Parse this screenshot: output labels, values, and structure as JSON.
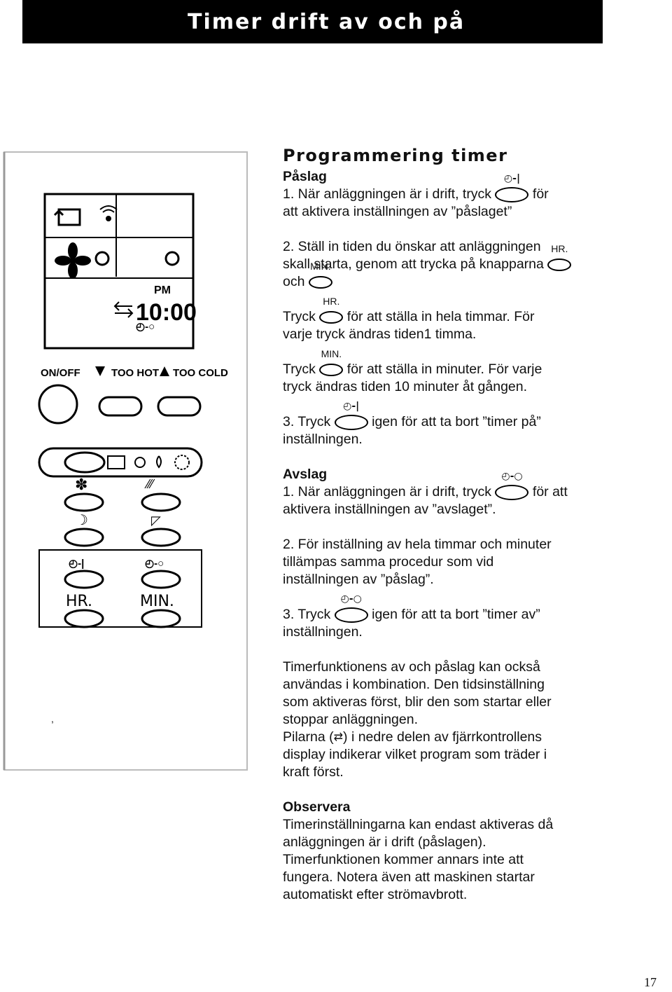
{
  "header": {
    "title": "Timer drift av och på"
  },
  "remote": {
    "lcd": {
      "pm": "PM",
      "time": "10:00"
    },
    "labels": {
      "on_off": "ON/OFF",
      "too_hot": "TOO HOT",
      "too_cold": "TOO COLD",
      "hr": "HR.",
      "min": "MIN."
    },
    "icons": [
      "swing-icon",
      "signal-icon",
      "fan-icon",
      "mode-icon",
      "timer-on-icon",
      "timer-off-icon",
      "sleep-icon",
      "swing-louver-icon"
    ]
  },
  "section": {
    "title": "Programmering timer",
    "paslag": {
      "heading": "Påslag",
      "step1_a": "1. När anläggningen är i drift, tryck",
      "step1_b": "för",
      "step1_c": "att aktivera inställningen av ”påslaget”",
      "step2_a": "2. Ställ in tiden du önskar att anläggningen",
      "step2_b": "skall starta, genom att trycka på knapparna",
      "step2_c": "och",
      "hr_a": "Tryck",
      "hr_b": "för att ställa in hela timmar. För",
      "hr_c": "varje tryck ändras tiden1 timma.",
      "min_a": "Tryck",
      "min_b": "för att ställa in minuter. För  varje",
      "min_c": "tryck ändras tiden 10 minuter åt gången.",
      "step3_a": "3. Tryck",
      "step3_b": "igen för att ta bort ”timer på”",
      "step3_c": "inställningen."
    },
    "avslag": {
      "heading": "Avslag",
      "step1_a": "1. När anläggningen är i drift, tryck",
      "step1_b": "för att",
      "step1_c": "aktivera inställningen av ”avslaget”.",
      "step2_a": "2. För inställning av hela timmar och minuter",
      "step2_b": "tillämpas samma procedur som vid",
      "step2_c": "inställningen av ”påslag”.",
      "step3_a": "3. Tryck",
      "step3_b": "igen för att ta bort ”timer av”",
      "step3_c": "inställningen."
    },
    "combo": {
      "l1": "Timerfunktionens av och påslag kan också",
      "l2": "användas i kombination. Den tidsinställning",
      "l3": "som aktiveras först, blir den som startar eller",
      "l4": "stoppar anläggningen.",
      "l5a": "Pilarna (",
      "l5b": ") i nedre delen av fjärrkontrollens",
      "l6": "display indikerar vilket program som träder i",
      "l7": "kraft först."
    },
    "observera": {
      "heading": "Observera",
      "l1": "Timerinställningarna kan endast aktiveras då",
      "l2": "anläggningen är i drift (påslagen).",
      "l3": "Timerfunktionen kommer annars inte att",
      "l4": "fungera. Notera även att maskinen startar",
      "l5": "automatiskt efter strömavbrott."
    },
    "btn_labels": {
      "hr": "HR.",
      "min": "MIN."
    }
  },
  "footer": {
    "page_number": "17",
    "mark": ","
  }
}
